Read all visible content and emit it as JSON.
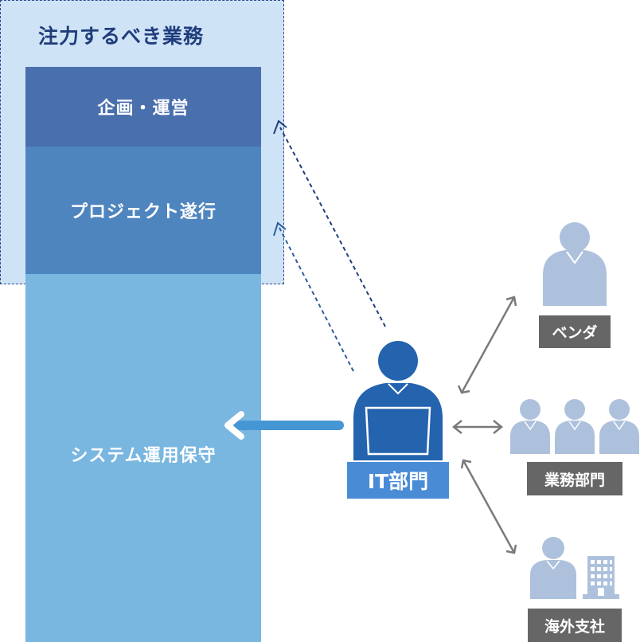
{
  "focus": {
    "title": "注力するべき業務"
  },
  "blocks": {
    "planning": "企画・運営",
    "project": "プロジェクト遂行",
    "maintenance": "システム運用保守"
  },
  "it_department": {
    "label": "IT部門"
  },
  "stakeholders": {
    "vendor": "ベンダ",
    "business": "業務部門",
    "overseas": "海外支社"
  },
  "colors": {
    "focus_bg": "#cfe3f7",
    "block_dark": "#4a6fad",
    "block_mid": "#4f85bf",
    "block_light": "#79b6e0",
    "it_person": "#2463ae",
    "stakeholder_person": "#adc1dd",
    "tag_bg": "#666666"
  }
}
